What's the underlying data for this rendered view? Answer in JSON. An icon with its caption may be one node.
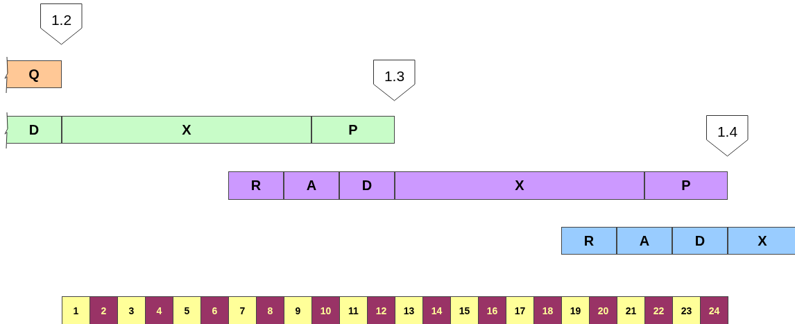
{
  "diagram": {
    "nodes": [
      {
        "text": [
          "1.2"
        ]
      },
      {
        "text": [
          "Q"
        ]
      },
      {
        "text": [
          "D"
        ]
      },
      {
        "text": [
          "X"
        ]
      },
      {
        "text": [
          "P"
        ]
      },
      {
        "text": [
          "1.3"
        ]
      },
      {
        "text": [
          "R"
        ]
      },
      {
        "text": [
          "A"
        ]
      },
      {
        "text": [
          "D"
        ]
      },
      {
        "text": [
          "X"
        ]
      },
      {
        "text": [
          "P"
        ]
      },
      {
        "text": [
          "1.4"
        ]
      },
      {
        "text": [
          "R"
        ]
      },
      {
        "text": [
          "A"
        ]
      },
      {
        "text": [
          "D"
        ]
      },
      {
        "text": [
          "X"
        ]
      }
    ],
    "labels": [
      "1",
      "2",
      "3",
      "4",
      "5",
      "6",
      "7",
      "8",
      "9",
      "10",
      "11",
      "12",
      "13",
      "14",
      "15",
      "16",
      "17",
      "18",
      "19",
      "20",
      "21",
      "22",
      "23",
      "24"
    ]
  }
}
